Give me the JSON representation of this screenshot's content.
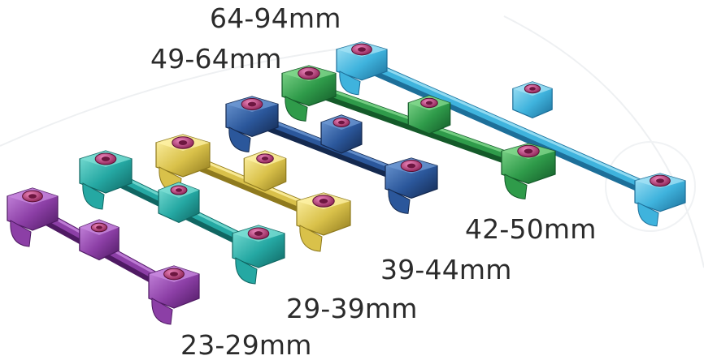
{
  "labels": {
    "size_64_94": "64-94mm",
    "size_49_64": "49-64mm",
    "size_42_50": "42-50mm",
    "size_39_44": "39-44mm",
    "size_29_39": "29-39mm",
    "size_23_29": "23-29mm"
  },
  "connectors": [
    {
      "size": "64-94mm",
      "color_name": "light-blue",
      "base": "#3fb3dd",
      "light": "#a5e3f6",
      "dark": "#1d6f99"
    },
    {
      "size": "49-64mm",
      "color_name": "green",
      "base": "#2f9b4a",
      "light": "#85d98f",
      "dark": "#145a29"
    },
    {
      "size": "42-50mm",
      "color_name": "dark-blue",
      "base": "#2b579b",
      "light": "#6f9ad4",
      "dark": "#14294f"
    },
    {
      "size": "39-44mm",
      "color_name": "gold",
      "base": "#d9c14a",
      "light": "#fff3a8",
      "dark": "#8f7a1e"
    },
    {
      "size": "29-39mm",
      "color_name": "teal",
      "base": "#25a8a3",
      "light": "#7fe0d6",
      "dark": "#106662"
    },
    {
      "size": "23-29mm",
      "color_name": "purple",
      "base": "#8c3fa6",
      "light": "#c98be0",
      "dark": "#4f1a63"
    }
  ],
  "screw_color": "#c23a7a",
  "screw_light": "#f08ac0"
}
